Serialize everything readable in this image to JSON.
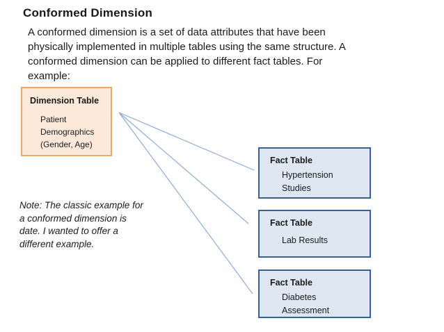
{
  "slide": {
    "title": "Conformed Dimension",
    "paragraph": "A conformed dimension is a set of data attributes that have been\nphysically implemented in multiple tables using the same structure. A\nconformed dimension can be applied to different fact tables. For\nexample:",
    "note": "Note: The classic example for\na conformed dimension is\ndate. I wanted to offer a\ndifferent example."
  },
  "diagram": {
    "dimension_table": {
      "title": "Dimension Table",
      "body": "Patient\nDemographics\n(Gender, Age)"
    },
    "fact_tables": [
      {
        "title": "Fact Table",
        "body": "Hypertension\nStudies"
      },
      {
        "title": "Fact Table",
        "body": "Lab Results"
      },
      {
        "title": "Fact Table",
        "body": "Diabetes\nAssessment"
      }
    ]
  },
  "colors": {
    "dimension_fill": "#FCE9DA",
    "dimension_border": "#F0A667",
    "fact_fill": "#DEE7F2",
    "fact_border": "#36618E",
    "connector": "#8FAADC",
    "text": "#1a1a1a",
    "background": "#ffffff"
  }
}
